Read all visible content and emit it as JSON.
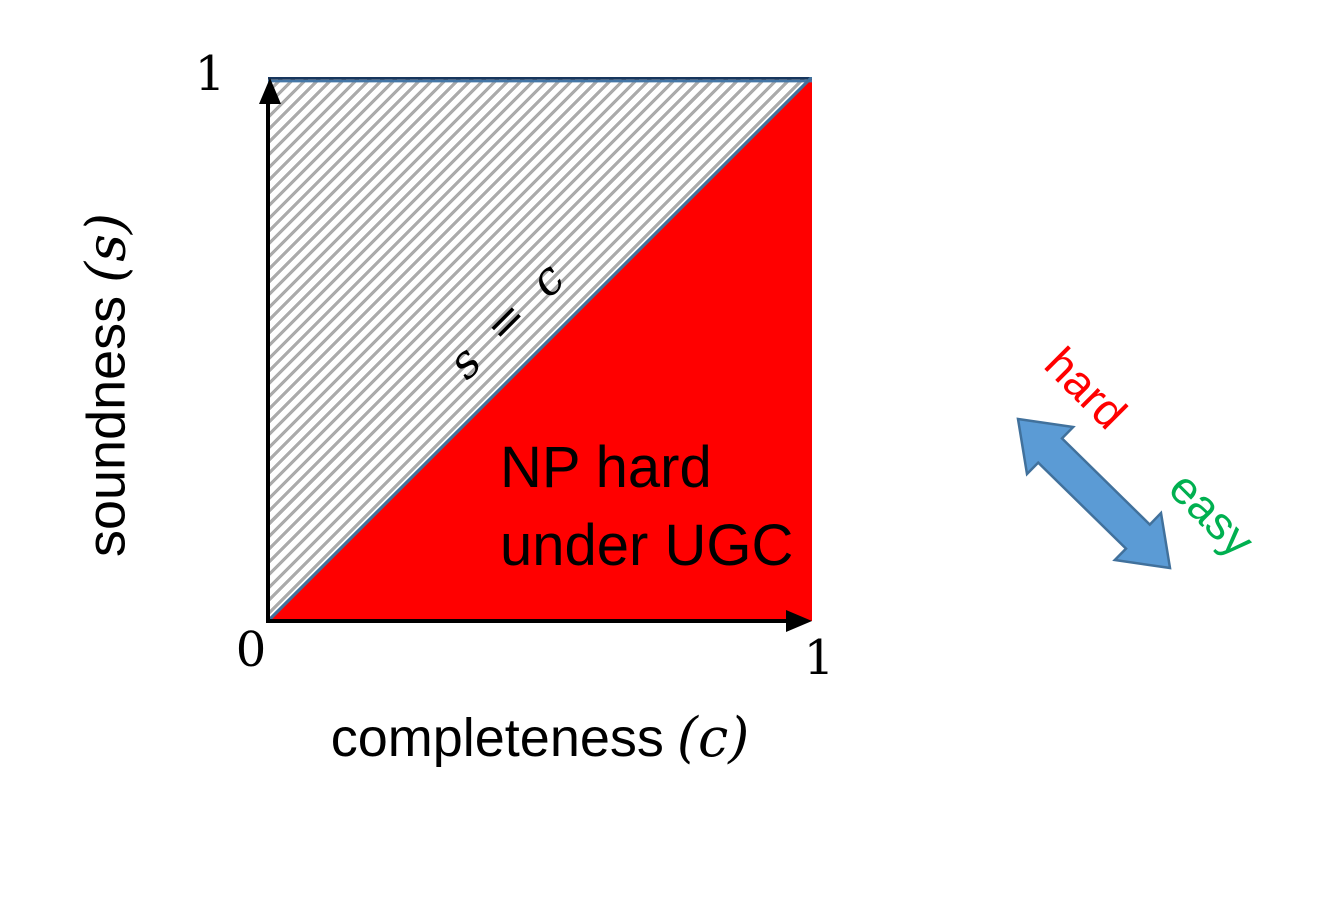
{
  "plot": {
    "y_axis": {
      "name": "soundness",
      "var": "(s)",
      "top_tick": "1"
    },
    "x_axis": {
      "name": "completeness",
      "var": "(c)",
      "right_tick": "1"
    },
    "origin_tick": "0",
    "axis_range": [
      0,
      1
    ],
    "diagonal_label": "s = c",
    "np_region": {
      "line1": "NP hard",
      "line2": "under UGC"
    }
  },
  "legend": {
    "hard": "hard",
    "easy": "easy"
  },
  "colors": {
    "np_region_fill": "#ff0000",
    "hatch_stripe": "#ababab",
    "diagonal_stroke": "#41719c",
    "top_edge_stroke": "#17365d",
    "arrow_fill": "#5b9bd5",
    "arrow_stroke": "#41719c",
    "hard_text": "#ff0000",
    "easy_text": "#00b050"
  }
}
